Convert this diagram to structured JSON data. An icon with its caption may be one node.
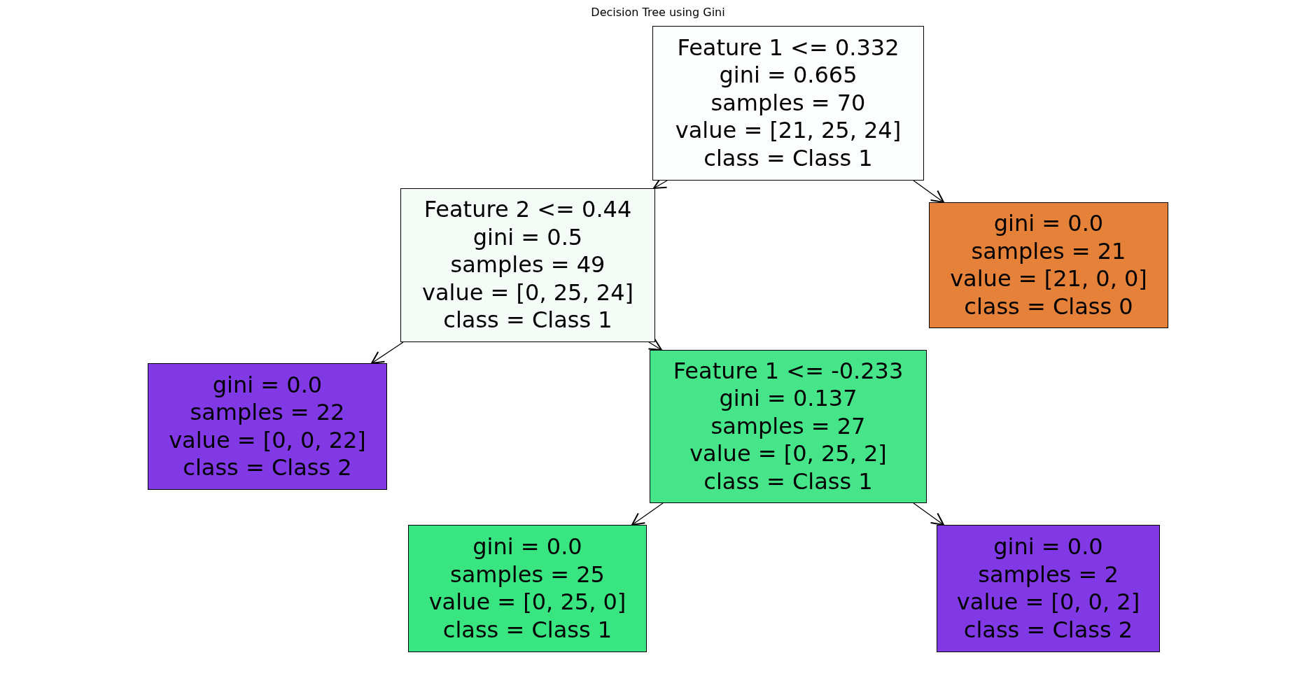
{
  "diagram": {
    "title": "Decision Tree using Gini",
    "nodes": [
      {
        "text": [
          "Feature 1 <= 0.332",
          "gini = 0.665",
          "samples = 70",
          "value = [21, 25, 24]",
          "class = Class 1"
        ]
      },
      {
        "text": [
          "Feature 2 <= 0.44",
          "gini = 0.5",
          "samples = 49",
          "value = [0, 25, 24]",
          "class = Class 1"
        ]
      },
      {
        "text": [
          "gini = 0.0",
          "samples = 21",
          "value = [21, 0, 0]",
          "class = Class 0"
        ]
      },
      {
        "text": [
          "gini = 0.0",
          "samples = 22",
          "value = [0, 0, 22]",
          "class = Class 2"
        ]
      },
      {
        "text": [
          "Feature 1 <= -0.233",
          "gini = 0.137",
          "samples = 27",
          "value = [0, 25, 2]",
          "class = Class 1"
        ]
      },
      {
        "text": [
          "gini = 0.0",
          "samples = 25",
          "value = [0, 25, 0]",
          "class = Class 1"
        ]
      },
      {
        "text": [
          "gini = 0.0",
          "samples = 2",
          "value = [0, 0, 2]",
          "class = Class 2"
        ]
      }
    ],
    "edges": [
      {
        "from": 0,
        "to": 1,
        "arrow": "to"
      },
      {
        "from": 0,
        "to": 2,
        "arrow": "to"
      },
      {
        "from": 1,
        "to": 3,
        "arrow": "to"
      },
      {
        "from": 1,
        "to": 4,
        "arrow": "to"
      },
      {
        "from": 4,
        "to": 5,
        "arrow": "to"
      },
      {
        "from": 4,
        "to": 6,
        "arrow": "to"
      }
    ]
  }
}
